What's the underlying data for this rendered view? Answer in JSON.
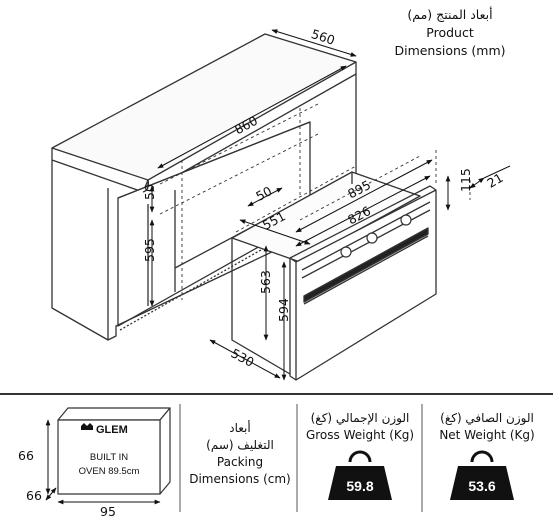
{
  "product_dimensions": {
    "title_ar": "أبعاد المنتج (مم)",
    "title_en_line1": "Product",
    "title_en_line2": "Dimensions (mm)"
  },
  "cabinet": {
    "depth": "560",
    "width": "860",
    "height": "595",
    "top_gap": "50"
  },
  "oven": {
    "width": "895",
    "inner_width": "826",
    "side_gap": "50",
    "depth": "551",
    "front_height": "594",
    "body_height": "563",
    "body_depth": "530",
    "door_height": "115",
    "door_thickness": "21"
  },
  "packing": {
    "height": "66",
    "depth": "66",
    "width": "95",
    "brand": "GLEM",
    "line1": "BUILT IN",
    "line2": "OVEN 89.5cm",
    "title_ar_line1": "أبعاد",
    "title_ar_line2": "التغليف (سم)",
    "title_en_line1": "Packing",
    "title_en_line2": "Dimensions (cm)"
  },
  "gross_weight": {
    "title_ar": "الوزن الإجمالي (كغ)",
    "title_en": "Gross Weight (Kg)",
    "value": "59.8"
  },
  "net_weight": {
    "title_ar": "الوزن الصافي (كغ)",
    "title_en": "Net Weight (Kg)",
    "value": "53.6"
  }
}
